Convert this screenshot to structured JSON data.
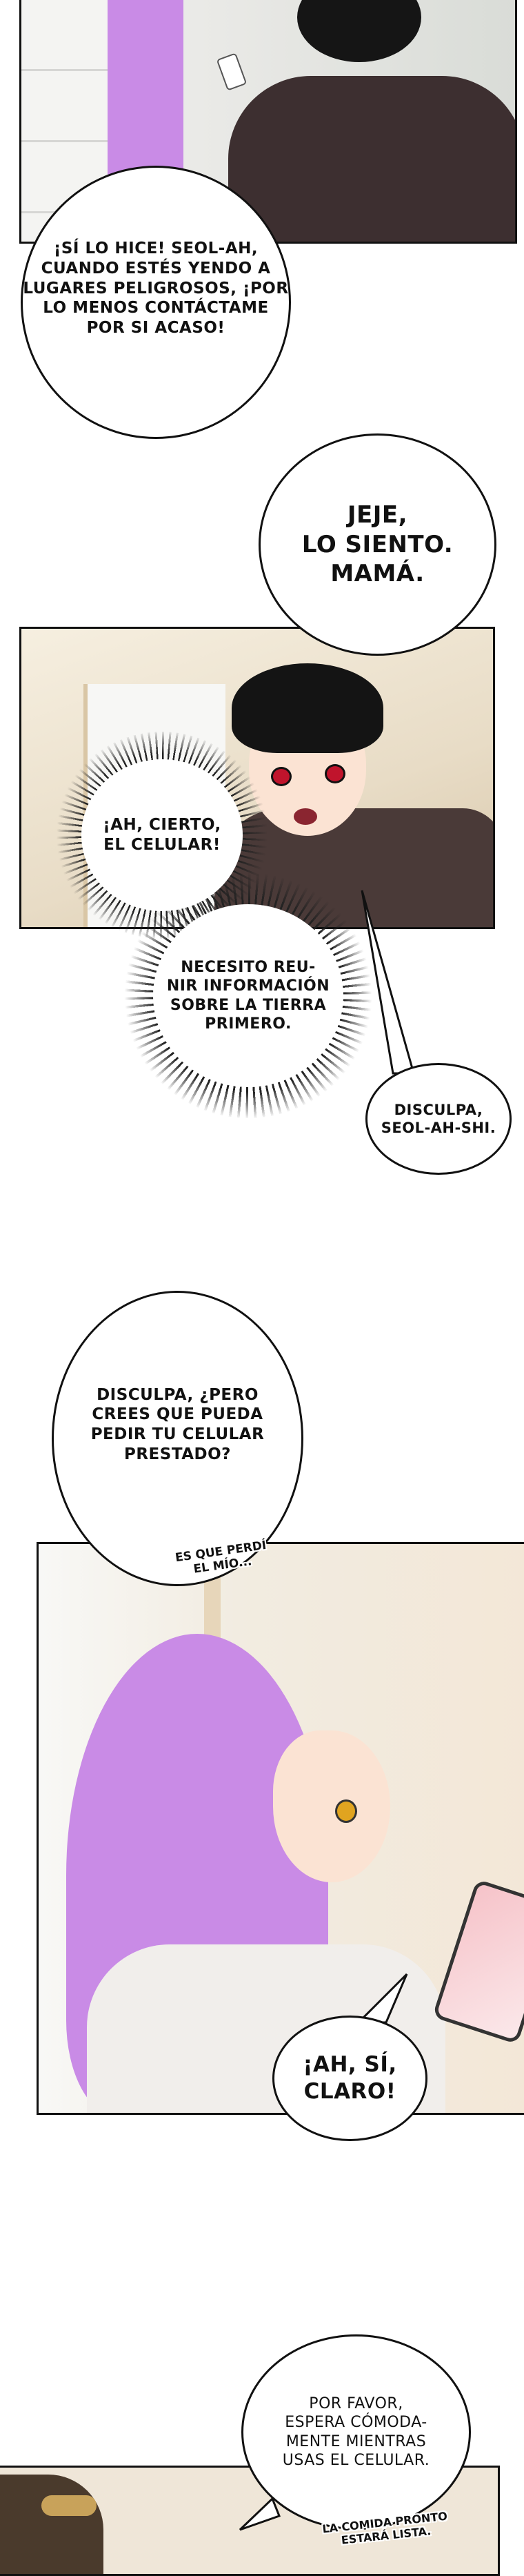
{
  "dialogue": {
    "b1": "¡SÍ LO HICE! SEOL-AH,\nCUANDO ESTÉS YENDO A\nLUGARES PELIGROSOS, ¡POR\nLO MENOS CONTÁCTAME\nPOR SI ACASO!",
    "b2": "JEJE,\nLO SIENTO.\nMAMÁ.",
    "b3": "¡AH, CIERTO,\nEL CELULAR!",
    "b4": "NECESITO REU-\nNIR INFORMACIÓN\nSOBRE LA TIERRA\nPRIMERO.",
    "b5": "DISCULPA,\nSEOL-AH-SHI.",
    "b6": "DISCULPA, ¿PERO\nCREES QUE PUEDA\nPEDIR TU CELULAR\nPRESTADO?",
    "sfx1": "ES QUE PERDÍ\nEL MÍO...",
    "b7": "¡AH, SÍ,\nCLARO!",
    "b8": "POR FAVOR,\nESPERA CÓMODA-\nMENTE MIENTRAS\nUSAS EL CELULAR.",
    "sfx2": "LA COMIDA PRONTO\nESTARÁ LISTA."
  },
  "colors": {
    "hair": "#c98be6",
    "coat": "#3d2f30",
    "wall": "#efe6d8",
    "skin": "#fbe3d3"
  }
}
